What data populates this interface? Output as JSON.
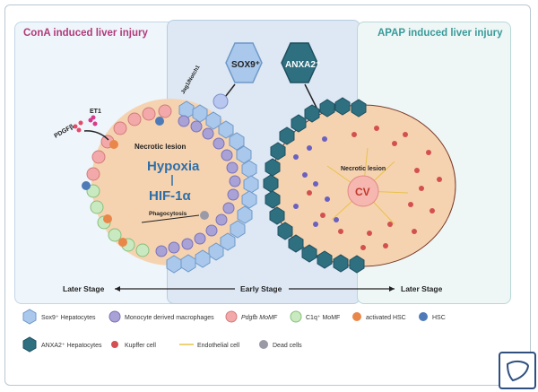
{
  "titles": {
    "left": "ConA induced liver injury",
    "right": "APAP induced liver injury"
  },
  "labels": {
    "sox9": "SOX9⁺",
    "anxa2": "ANXA2⁺",
    "jag1": "Jag1/Notch1",
    "pdgfb": "PDGFβ",
    "et1": "ET1",
    "necrotic_left": "Necrotic lesion",
    "hypoxia": "Hypoxia",
    "hif": "HIF-1α",
    "phagocytosis": "Phagocytosis",
    "necrotic_right": "Necrotic lesion",
    "cv": "CV"
  },
  "timeline": {
    "left": "Later Stage",
    "center": "Early Stage",
    "right": "Later Stage"
  },
  "legend": [
    "Sox9⁺ Hepatocytes",
    "Monocyte derived macrophages",
    "Pdgfb MoMF",
    "C1q⁺ MoMF",
    "activated HSC",
    "HSC",
    "ANXA2⁺ Hepatocytes",
    "Kupffer cell",
    "Endothelial cell",
    "Dead cells"
  ],
  "colors": {
    "title_left": "#b23a7a",
    "title_right": "#3a9a9a",
    "lesion_fill": "#f6d3b0",
    "sox9_cell": "#a9c8ec",
    "macrophage": "#a8a2d6",
    "pdgfb": "#f3a9a9",
    "c1q": "#c9eac0",
    "anxa2": "#2e6f80",
    "hypoxia_text": "#2f6fa9"
  }
}
